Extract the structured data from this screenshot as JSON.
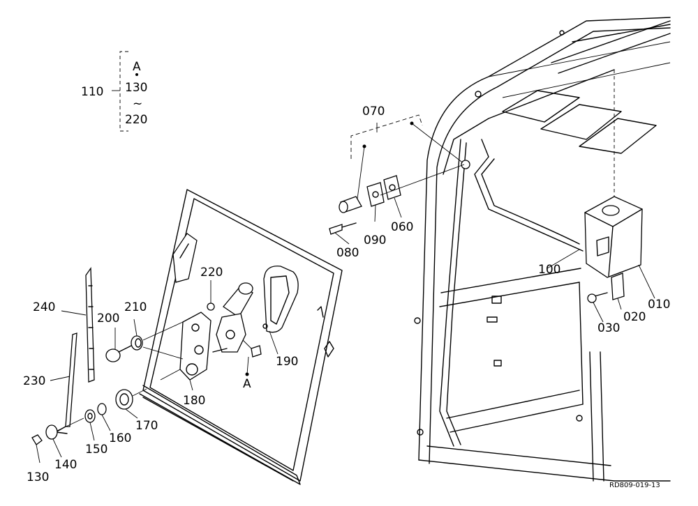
{
  "callouts": {
    "c010": "010",
    "c020": "020",
    "c030": "030",
    "c060": "060",
    "c070": "070",
    "c080": "080",
    "c090": "090",
    "c100": "100",
    "c110": "110",
    "c130_group": "130",
    "c130": "130",
    "c140": "140",
    "c150": "150",
    "c160": "160",
    "c170": "170",
    "c180": "180",
    "c190": "190",
    "c200": "200",
    "c210": "210",
    "c220_group": "220",
    "c220": "220",
    "c230": "230",
    "c240": "240"
  },
  "markers": {
    "a_group": "A",
    "a_motor": "A",
    "tilde": "~"
  },
  "figure_ref": "RD809-019-13"
}
